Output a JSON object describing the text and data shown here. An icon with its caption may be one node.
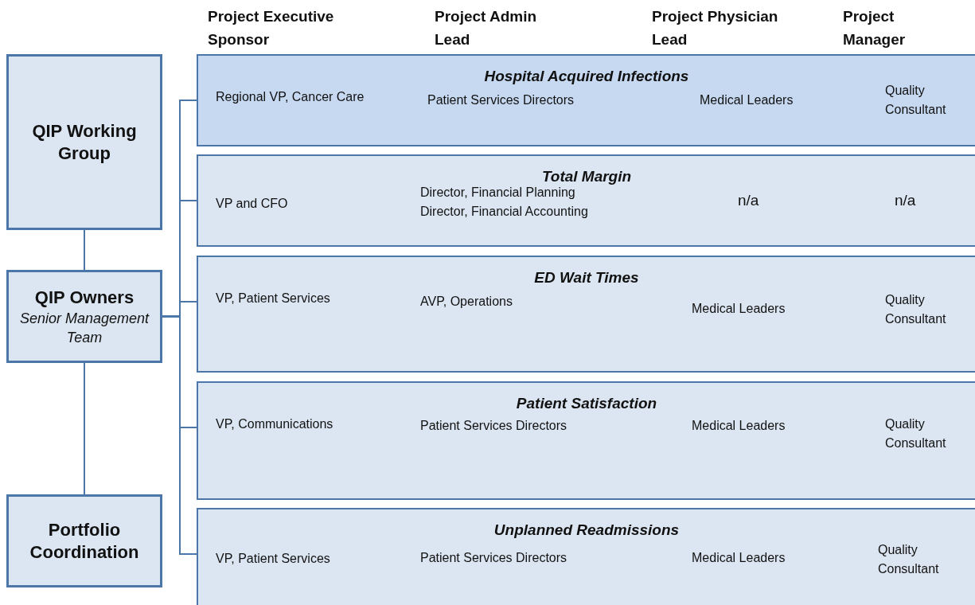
{
  "diagram": {
    "nodes": [
      {
        "text": [
          "QIP Working Group"
        ]
      },
      {
        "text": [
          "QIP Owners",
          "Senior Management Team"
        ]
      },
      {
        "text": [
          "Portfolio Coordination"
        ]
      },
      {
        "text": [
          "Hospital Acquired Infections",
          "Regional VP, Cancer Care",
          "Patient Services Directors",
          "Medical Leaders",
          "Quality Consultant"
        ]
      },
      {
        "text": [
          "Total Margin",
          "VP and CFO",
          "Director, Financial Planning",
          "Director, Financial Accounting",
          "n/a",
          "n/a"
        ]
      },
      {
        "text": [
          "ED Wait Times",
          "VP, Patient Services",
          "AVP, Operations",
          "Medical Leaders",
          "Quality Consultant"
        ]
      },
      {
        "text": [
          "Patient Satisfaction",
          "VP, Communications",
          "Patient Services Directors",
          "Medical Leaders",
          "Quality Consultant"
        ]
      },
      {
        "text": [
          "Unplanned Readmissions",
          "VP, Patient Services",
          "Patient Services Directors",
          "Medical Leaders",
          "Quality Consultant"
        ]
      }
    ],
    "edges": [
      {
        "from": 0,
        "to": 1,
        "arrow": "none"
      },
      {
        "from": 1,
        "to": 2,
        "arrow": "none"
      },
      {
        "from": 1,
        "to": 3,
        "arrow": "none"
      },
      {
        "from": 1,
        "to": 4,
        "arrow": "none"
      },
      {
        "from": 1,
        "to": 5,
        "arrow": "none"
      },
      {
        "from": 1,
        "to": 6,
        "arrow": "none"
      },
      {
        "from": 1,
        "to": 7,
        "arrow": "none"
      }
    ],
    "labels": [
      "Project Executive Sponsor",
      "Project Admin Lead",
      "Project Physician Lead",
      "Project Manager"
    ]
  }
}
